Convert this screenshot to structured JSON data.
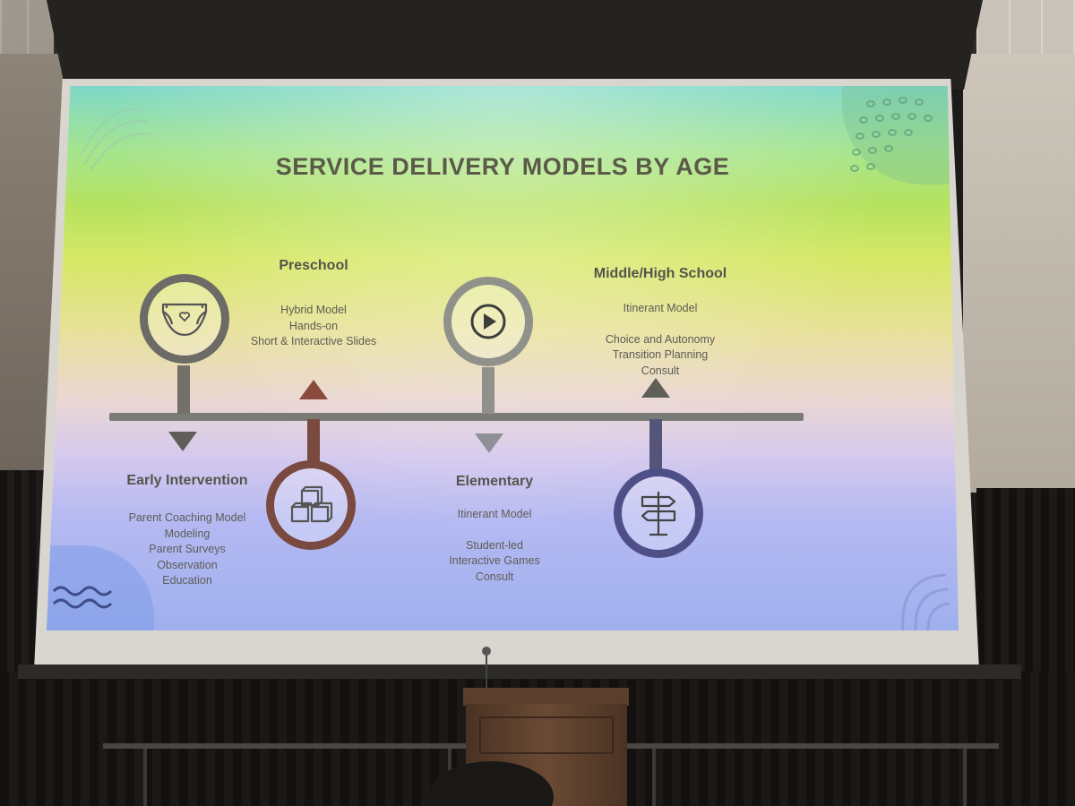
{
  "slide": {
    "title": "SERVICE DELIVERY MODELS BY AGE",
    "stages": [
      {
        "heading": "Early Intervention",
        "icon": "diaper-icon",
        "lines_a": [
          "Parent Coaching Model",
          "Modeling",
          "Parent Surveys",
          "Observation",
          "Education"
        ]
      },
      {
        "heading": "Preschool",
        "icon": "blocks-icon",
        "lines_a": [
          "Hybrid Model",
          "Hands-on",
          "Short & Interactive Slides"
        ]
      },
      {
        "heading": "Elementary",
        "icon": "play-button-icon",
        "lines_a": [
          "Itinerant Model"
        ],
        "lines_b": [
          "Student-led",
          "Interactive Games",
          "Consult"
        ]
      },
      {
        "heading": "Middle/High School",
        "icon": "signpost-icon",
        "lines_a": [
          "Itinerant Model"
        ],
        "lines_b": [
          "Choice and Autonomy",
          "Transition Planning",
          "Consult"
        ]
      }
    ]
  },
  "colors": {
    "ring_early": "#6d6b66",
    "ring_preschool": "#7a4a40",
    "ring_elementary": "#8f918a",
    "ring_middle": "#4e4f86",
    "triangle_preschool": "#8a4a3e",
    "triangle_elementary": "#8e9097"
  }
}
